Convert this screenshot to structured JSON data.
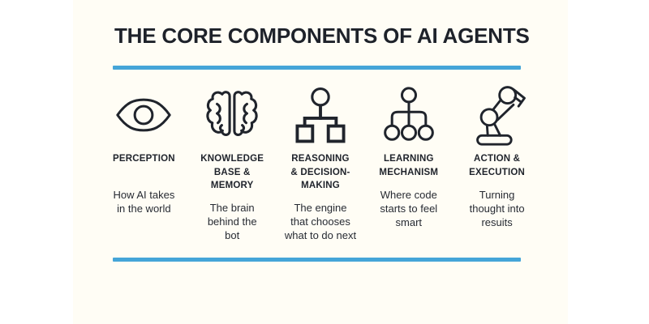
{
  "title": "THE CORE COMPONENTS OF AI AGENTS",
  "colors": {
    "accent_blue": "#45a5d8",
    "panel_background": "#fffdf5",
    "page_background": "#ffffff",
    "text": "#20242c"
  },
  "columns": [
    {
      "icon": "eye-icon",
      "heading": "PERCEPTION",
      "description": "How AI takes\nin the world"
    },
    {
      "icon": "brain-icon",
      "heading": "KNOWLEDGE\nBASE &\nMEMORY",
      "description": "The brain\nbehind the\nbot"
    },
    {
      "icon": "flowchart-icon",
      "heading": "REASONING\n& DECISION-\nMAKING",
      "description": "The engine\nthat chooses\nwhat to do next"
    },
    {
      "icon": "hierarchy-icon",
      "heading": "LEARNING\nMECHANISM",
      "description": "Where code\nstarts to feel\nsmart"
    },
    {
      "icon": "robot-arm-icon",
      "heading": "ACTION &\nEXECUTION",
      "description": "Turning\nthought into\nresuits"
    }
  ]
}
